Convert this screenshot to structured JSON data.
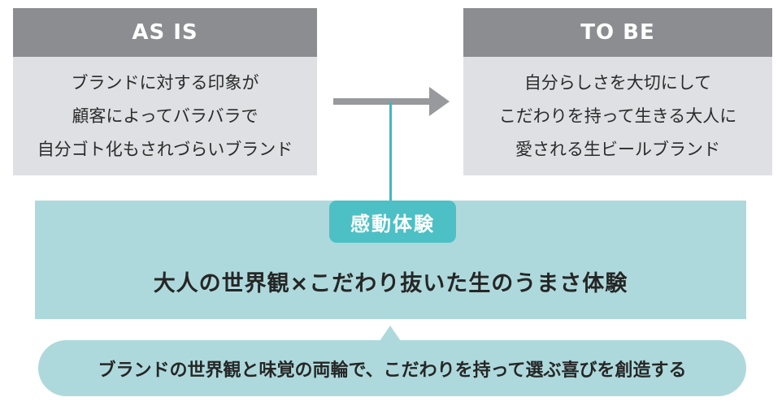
{
  "as_is": {
    "title": "AS IS",
    "lines": [
      "ブランドに対する印象が",
      "顧客によってバラバラで",
      "自分ゴト化もされづらいブランド"
    ]
  },
  "to_be": {
    "title": "TO BE",
    "lines": [
      "自分らしさを大切にして",
      "こだわりを持って生きる大人に",
      "愛される生ビールブランド"
    ]
  },
  "experience": {
    "badge_label": "感動体験",
    "statement": "大人の世界観×こだわり抜いた生のうまさ体験"
  },
  "foundation": {
    "text": "ブランドの世界観と味覚の両輪で、こだわりを持って選ぶ喜びを創造する"
  },
  "colors": {
    "header_gray": "#8b8d90",
    "panel_body_gray": "#dfe0e3",
    "arrow_gray": "#97999c",
    "teal_accent": "#4dc0c5",
    "teal_connector": "#3eb9be",
    "teal_light": "#aed9dc",
    "text_dark": "#262626",
    "text_white": "#ffffff"
  }
}
